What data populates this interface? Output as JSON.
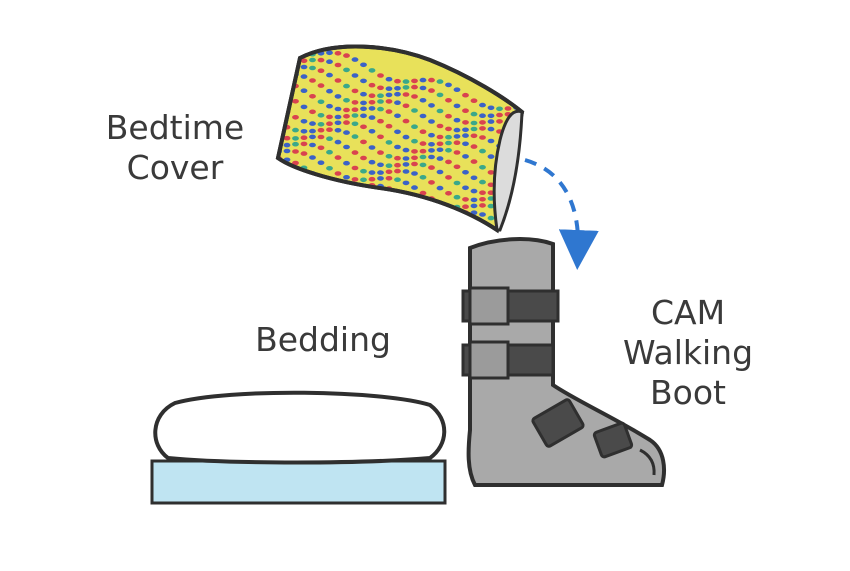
{
  "labels": {
    "cover_line1": "Bedtime",
    "cover_line2": "Cover",
    "bedding": "Bedding",
    "boot_line1": "CAM",
    "boot_line2": "Walking",
    "boot_line3": "Boot"
  },
  "colors": {
    "outline": "#2f2f2f",
    "label_text": "#3a3a3a",
    "cover_base": "#e8e15a",
    "cover_red": "#d9434f",
    "cover_blue": "#3b62c7",
    "cover_green": "#3aa88a",
    "mattress": "#bfe4f2",
    "pillow": "#ffffff",
    "boot_gray": "#a9a9a9",
    "strap": "#4a4a4a",
    "arrow": "#2f77d0"
  }
}
